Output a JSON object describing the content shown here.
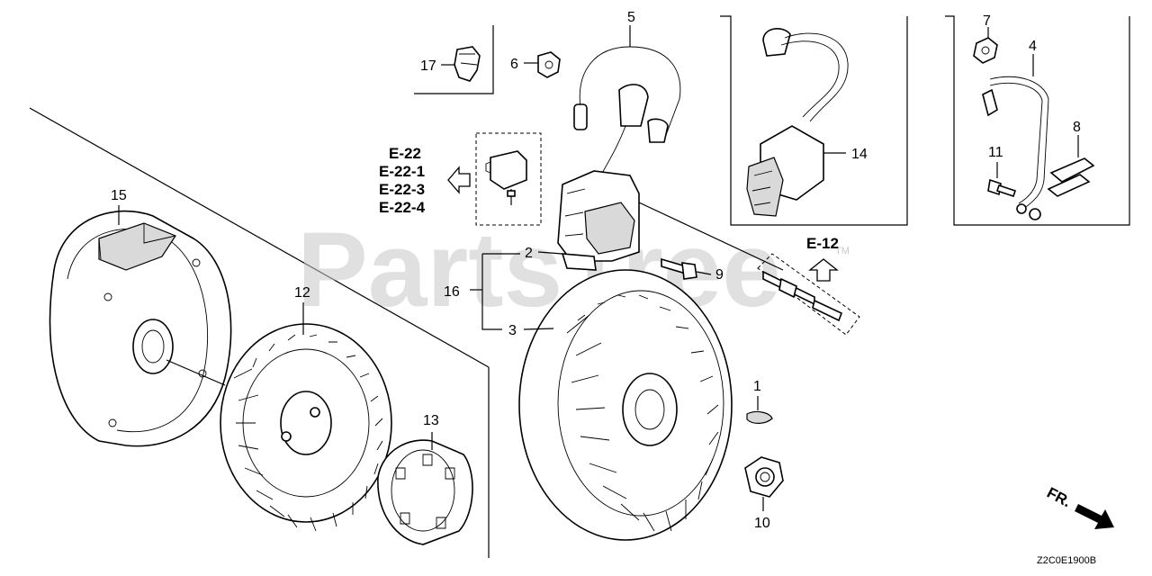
{
  "watermark": {
    "text": "PartsTree",
    "tm": "TM"
  },
  "callouts": {
    "p1": "1",
    "p2": "2",
    "p3": "3",
    "p4": "4",
    "p5": "5",
    "p6": "6",
    "p7": "7",
    "p8": "8",
    "p9": "9",
    "p10": "10",
    "p11": "11",
    "p12": "12",
    "p13": "13",
    "p14": "14",
    "p15": "15",
    "p16": "16",
    "p17": "17"
  },
  "references": {
    "ref_group": [
      "E-22",
      "E-22-1",
      "E-22-3",
      "E-22-4"
    ],
    "ref_single": "E-12"
  },
  "direction_label": "FR.",
  "diagram_code": "Z2C0E1900B"
}
